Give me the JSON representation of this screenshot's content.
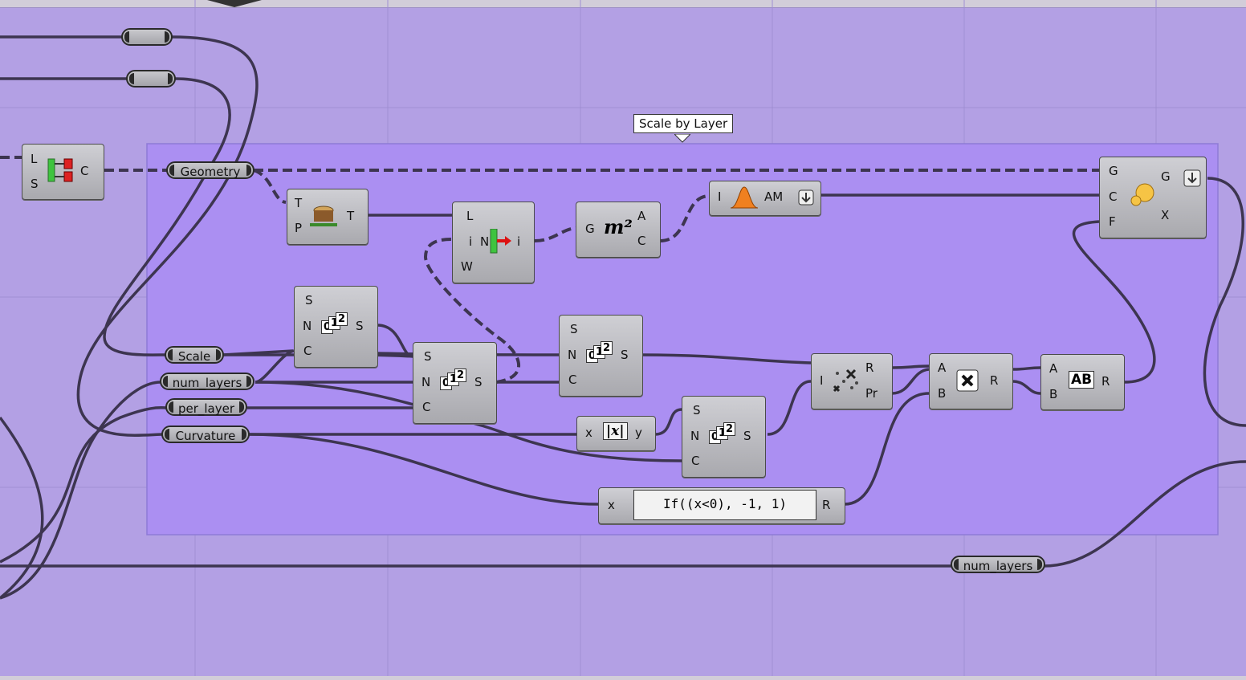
{
  "group": {
    "title": "Scale by Layer"
  },
  "params": {
    "geometry": "Geometry",
    "scale": "Scale",
    "num_layers": "num_layers",
    "per_layer": "per_layer",
    "curvature": "Curvature",
    "num_layers_bottom": "num_layers"
  },
  "components": {
    "dispatch": {
      "in": [
        "L",
        "S"
      ],
      "out": [
        "C"
      ]
    },
    "tree": {
      "in": [
        "T",
        "P"
      ],
      "out": [
        "T"
      ]
    },
    "listitem": {
      "in": [
        "L",
        "i",
        "W"
      ],
      "mid": "N",
      "out": [
        "i"
      ]
    },
    "area": {
      "in": [
        "G"
      ],
      "out": [
        "A",
        "C"
      ],
      "icon": "m²"
    },
    "bounds": {
      "in": [
        "I"
      ],
      "out": [
        "AM"
      ]
    },
    "series1": {
      "in": [
        "S",
        "N",
        "C"
      ],
      "out": [
        "S"
      ]
    },
    "series2": {
      "in": [
        "S",
        "N",
        "C"
      ],
      "out": [
        "S"
      ]
    },
    "series3": {
      "in": [
        "S",
        "N",
        "C"
      ],
      "out": [
        "S"
      ]
    },
    "series4": {
      "in": [
        "S",
        "N",
        "C"
      ],
      "out": [
        "S"
      ]
    },
    "abs": {
      "in": [
        "x"
      ],
      "out": [
        "y"
      ],
      "icon": "|x|"
    },
    "random": {
      "in": [
        "I"
      ],
      "out": [
        "R",
        "Pr"
      ]
    },
    "multiply": {
      "in": [
        "A",
        "B"
      ],
      "out": [
        "R"
      ]
    },
    "power": {
      "in": [
        "A",
        "B"
      ],
      "out": [
        "R"
      ],
      "icon": "AB"
    },
    "scale": {
      "in": [
        "G",
        "C",
        "F"
      ],
      "out": [
        "G",
        "X"
      ]
    },
    "expression": {
      "in": [
        "x"
      ],
      "expr": "If((x<0), -1, 1)",
      "out": [
        "R"
      ]
    }
  },
  "colors": {
    "canvas": "#b3a0e4",
    "group": "#ab8ff2",
    "wire": "#3d3550"
  }
}
